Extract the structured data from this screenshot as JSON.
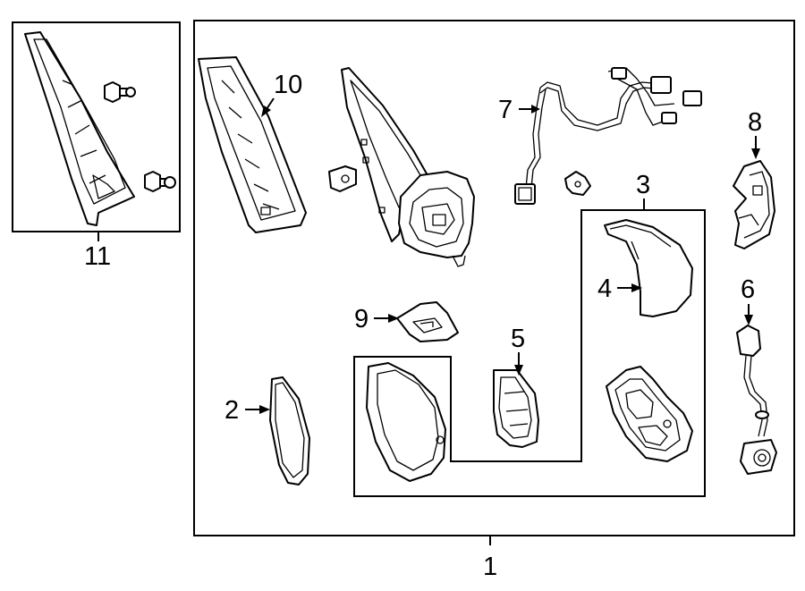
{
  "callouts": {
    "c1": "1",
    "c2": "2",
    "c3": "3",
    "c4": "4",
    "c5": "5",
    "c6": "6",
    "c7": "7",
    "c8": "8",
    "c9": "9",
    "c10": "10",
    "c11": "11"
  },
  "parts": [
    "triangle-trim-panel",
    "push-clip",
    "bezel-frame",
    "mirror-assembly",
    "wiring-harness",
    "mirror-glass",
    "cover",
    "cover-cap",
    "actuator",
    "turn-signal-lamp",
    "camera",
    "bracket",
    "small-clip"
  ]
}
